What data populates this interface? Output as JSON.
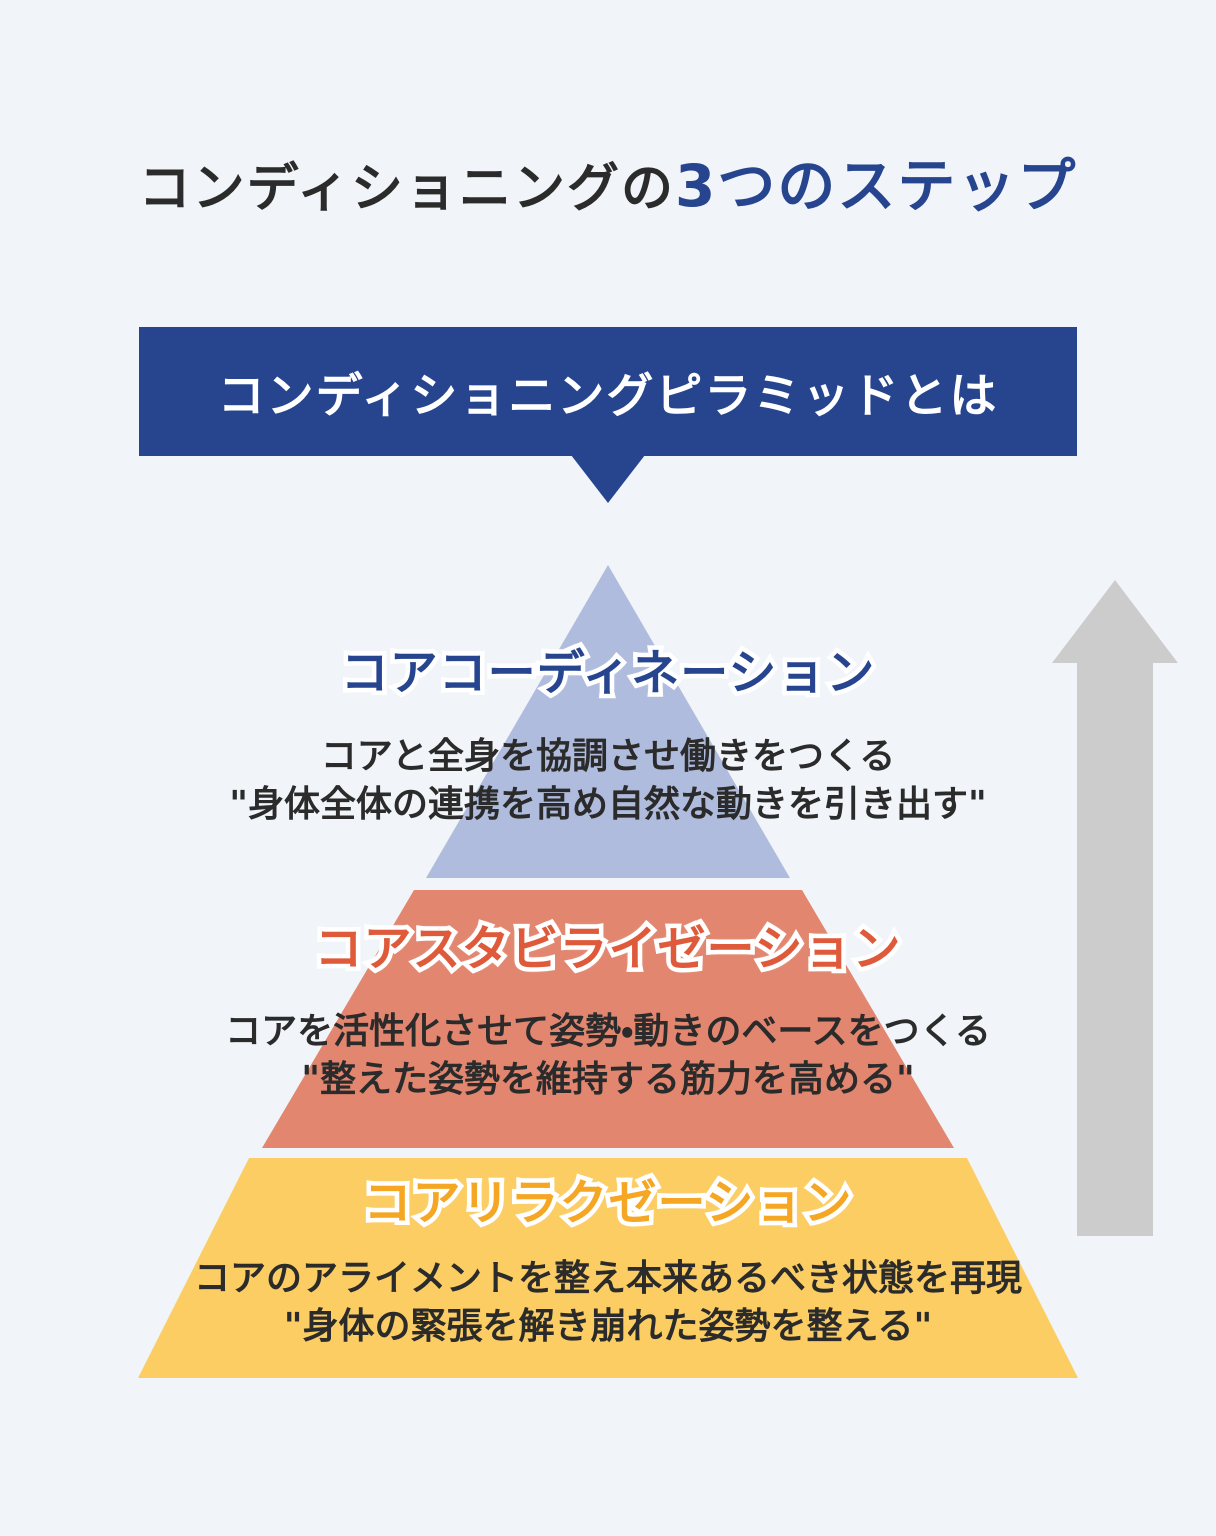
{
  "heading": {
    "lead": "コンディショニングの",
    "accent": "3つのステップ"
  },
  "banner": {
    "label": "コンディショニングピラミッドとは"
  },
  "arrow": {
    "name": "upward-progress-arrow",
    "color": "#cccccc"
  },
  "colors": {
    "background": "#f1f5f9",
    "banner_blue": "#27458f",
    "tier_top": "#b0bcdd",
    "tier_middle": "#e2866f",
    "tier_bottom": "#fbcd63",
    "heading_dark": "#2b2b2b",
    "heading_accent": "#27458f",
    "title_top": "#27458f",
    "title_middle": "#df5a3a",
    "title_bottom": "#f5a623",
    "body_text": "#2b2b2b"
  },
  "chart_data": {
    "type": "pyramid",
    "title": "コンディショニングピラミッドとは",
    "orientation": "bottom-to-top progression",
    "levels": [
      {
        "rank": 3,
        "position": "top",
        "title": "コアコーディネーション",
        "desc_line1": "コアと全身を協調させ働きをつくる",
        "desc_line2": "\"身体全体の連携を高め自然な動きを引き出す\"",
        "fill": "#b0bcdd",
        "title_color": "#27458f"
      },
      {
        "rank": 2,
        "position": "middle",
        "title": "コアスタビライゼーション",
        "desc_line1": "コアを活性化させて姿勢・動きのベースをつくる",
        "desc_line2": "\"整えた姿勢を維持する筋力を高める\"",
        "fill": "#e2866f",
        "title_color": "#df5a3a"
      },
      {
        "rank": 1,
        "position": "bottom",
        "title": "コアリラクゼーション",
        "desc_line1": "コアのアライメントを整え本来あるべき状態を再現",
        "desc_line2": "\"身体の緊張を解き崩れた姿勢を整える\"",
        "fill": "#fbcd63",
        "title_color": "#f5a623"
      }
    ]
  }
}
